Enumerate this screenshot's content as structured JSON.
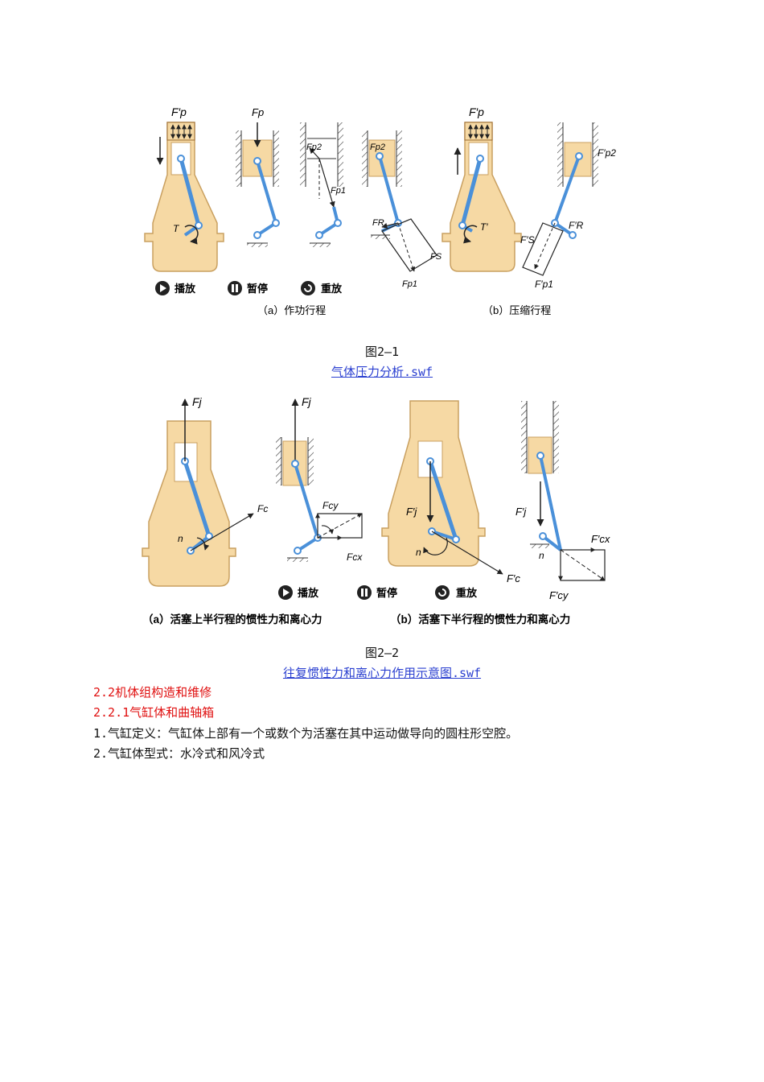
{
  "figure1": {
    "labels": {
      "fp_prime": "F′p",
      "fp": "Fp",
      "fp2": "Fp2",
      "fp1": "Fp1",
      "fp2_b": "Fp2",
      "fr": "FR",
      "fs": "FS",
      "fp1_b": "Fp1",
      "torque": "T",
      "fp_prime_b": "F′p",
      "torque_b": "T′",
      "fp2_prime": "F′p2",
      "fr_prime": "F′R",
      "fs_prime": "F′S",
      "fp1_prime": "F′p1"
    },
    "controls": {
      "play": "播放",
      "pause": "暂停",
      "replay": "重放"
    },
    "sub_a": "（a）作功行程",
    "sub_b": "（b）压缩行程"
  },
  "caption1": "图2—1",
  "link1": "气体压力分析.swf",
  "figure2": {
    "labels": {
      "fj": "Fj",
      "fc": "Fc",
      "n": "n",
      "fj_b": "Fj",
      "fcy": "Fcy",
      "fcx": "Fcx",
      "fj_prime": "F′j",
      "n_b": "n",
      "fc_prime": "F′c",
      "fj_prime_b": "F′j",
      "fcx_prime": "F′cx",
      "n_c": "n",
      "fcy_prime": "F′cy"
    },
    "controls": {
      "play": "播放",
      "pause": "暂停",
      "replay": "重放"
    },
    "sub_a": "（a）活塞上半行程的惯性力和离心力",
    "sub_b": "（b）活塞下半行程的惯性力和离心力"
  },
  "caption2": "图2—2",
  "link2": "往复惯性力和离心力作用示意图.swf",
  "section_heading": "2.2机体组构造和维修",
  "subsection_heading": "2.2.1气缸体和曲轴箱",
  "para1": "1.气缸定义：气缸体上部有一个或数个为活塞在其中运动做导向的圆柱形空腔。",
  "para2": "2.气缸体型式：水冷式和风冷式",
  "colors": {
    "body_fill": "#f6d9a4",
    "body_stroke": "#c9a060",
    "rod": "#4a90d9",
    "heading_red": "#e01010",
    "link_blue": "#2a3fd0"
  }
}
